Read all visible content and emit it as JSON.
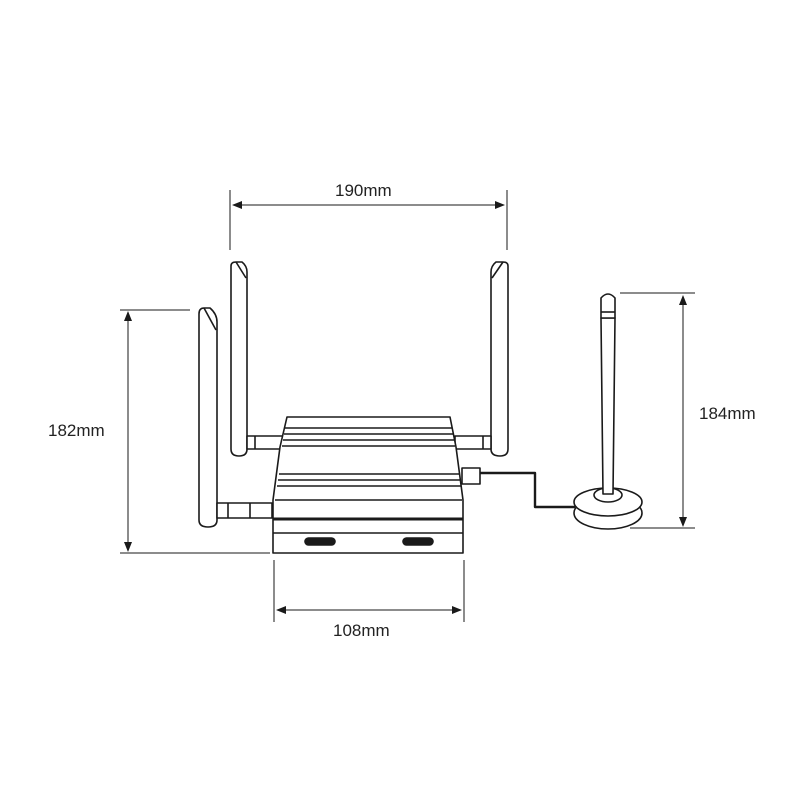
{
  "diagram": {
    "subject": "router-with-antennas",
    "dimensions": {
      "width_top": "190mm",
      "height_left": "182mm",
      "width_bottom": "108mm",
      "height_right": "184mm"
    },
    "colors": {
      "line": "#1a1a1a",
      "background": "#ffffff"
    }
  }
}
